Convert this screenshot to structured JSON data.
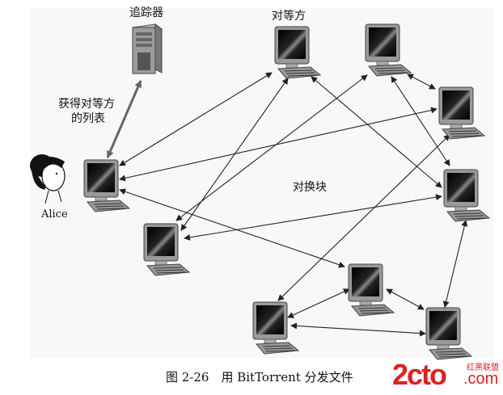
{
  "labels": {
    "tracker": "追踪器",
    "peers": "对等方",
    "get_list_line1": "获得对等方",
    "get_list_line2": "的列表",
    "exchange_chunks": "对换块",
    "alice": "Alice"
  },
  "caption": "图 2-26　用 BitTorrent 分发文件",
  "watermark": {
    "main": "2cto",
    "cn": "红黑联盟",
    "com": ".com"
  },
  "colors": {
    "arrow": "#222222",
    "tracker_link": "#666666",
    "watermark": "#e02020"
  }
}
